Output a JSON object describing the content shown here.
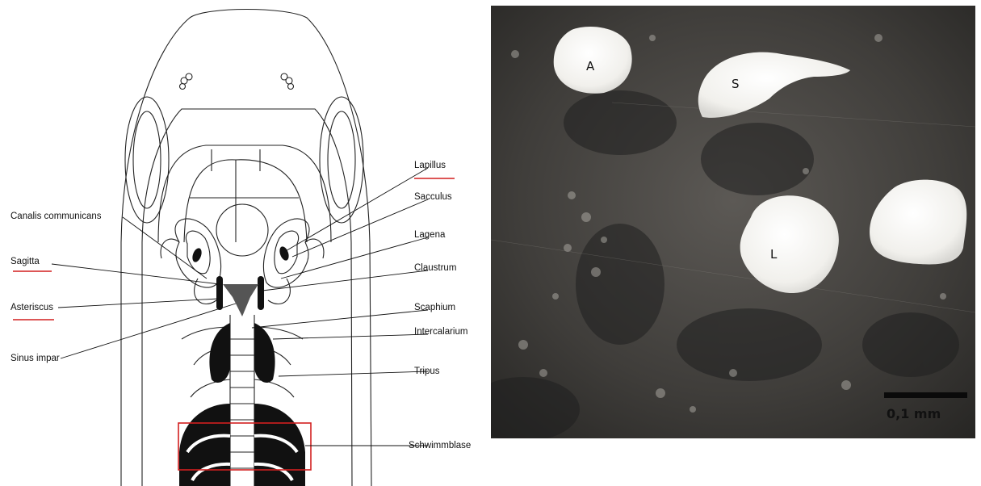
{
  "diagram": {
    "labels_right": [
      "Lapillus",
      "Sacculus",
      "Lagena",
      "Claustrum",
      "Scaphium",
      "Intercalarium",
      "Tripus",
      "Schwimmblase"
    ],
    "labels_left": [
      "Canalis communicans",
      "Sagitta",
      "Asteriscus",
      "Sinus impar"
    ],
    "highlighted_labels": [
      "Lapillus",
      "Sagitta",
      "Asteriscus"
    ],
    "highlight_color": "#d21f1f"
  },
  "photo": {
    "otolith_labels": [
      "A",
      "S",
      "L"
    ],
    "scale_bar_label": "0,1 mm"
  }
}
